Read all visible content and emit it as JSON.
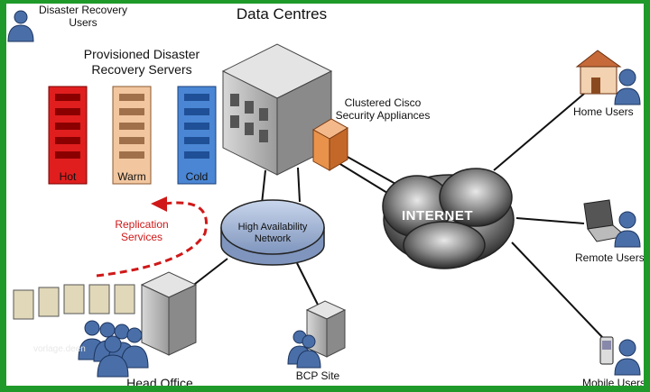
{
  "title": "Data Centres",
  "dr_users": {
    "line1": "Disaster Recovery",
    "line2": "Users"
  },
  "provisioned": {
    "line1": "Provisioned Disaster",
    "line2": "Recovery Servers"
  },
  "servers": {
    "hot": "Hot",
    "warm": "Warm",
    "cold": "Cold"
  },
  "clustered": {
    "line1": "Clustered Cisco",
    "line2": "Security Appliances"
  },
  "internet": "INTERNET",
  "ha": {
    "line1": "High Availability",
    "line2": "Network"
  },
  "replication": {
    "line1": "Replication",
    "line2": "Services"
  },
  "home_users": "Home Users",
  "remote_users": "Remote Users",
  "mobile_users": "Mobile Users",
  "bcp_site": "BCP Site",
  "head_office": "Head Office",
  "watermark": "vorlage.deen",
  "colors": {
    "frame": "#1f9a2a",
    "hot": "#e01e1e",
    "warm": "#f2c7a0",
    "cold": "#4a86d4",
    "replication": "#d01818"
  }
}
